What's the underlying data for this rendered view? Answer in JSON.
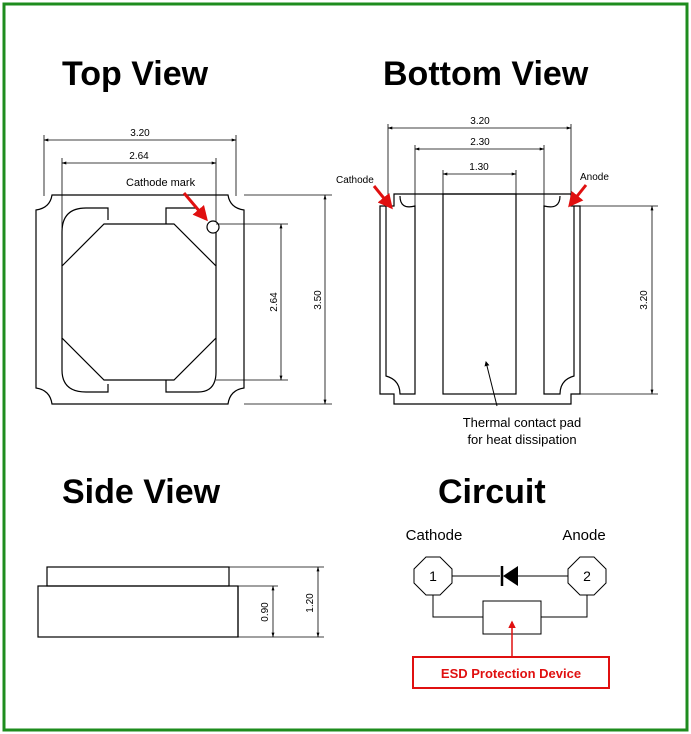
{
  "headings": {
    "top_view": "Top View",
    "bottom_view": "Bottom View",
    "side_view": "Side View",
    "circuit": "Circuit"
  },
  "top_view": {
    "dim_width_outer": "3.20",
    "dim_width_inner": "2.64",
    "dim_height_inner": "2.64",
    "dim_height_outer": "3.50",
    "cathode_mark_label": "Cathode mark"
  },
  "bottom_view": {
    "dim_width_outer": "3.20",
    "dim_width_mid": "2.30",
    "dim_width_pad": "1.30",
    "dim_height": "3.20",
    "cathode_label": "Cathode",
    "anode_label": "Anode",
    "thermal_note_line1": "Thermal contact pad",
    "thermal_note_line2": "for heat dissipation"
  },
  "side_view": {
    "dim_body_height": "0.90",
    "dim_total_height": "1.20"
  },
  "circuit": {
    "cathode_label": "Cathode",
    "anode_label": "Anode",
    "pin1": "1",
    "pin2": "2",
    "esd_label": "ESD Protection Device"
  },
  "colors": {
    "frame_green": "#1e8c1e",
    "arrow_red": "#e01010",
    "esd_border": "#e01010"
  }
}
